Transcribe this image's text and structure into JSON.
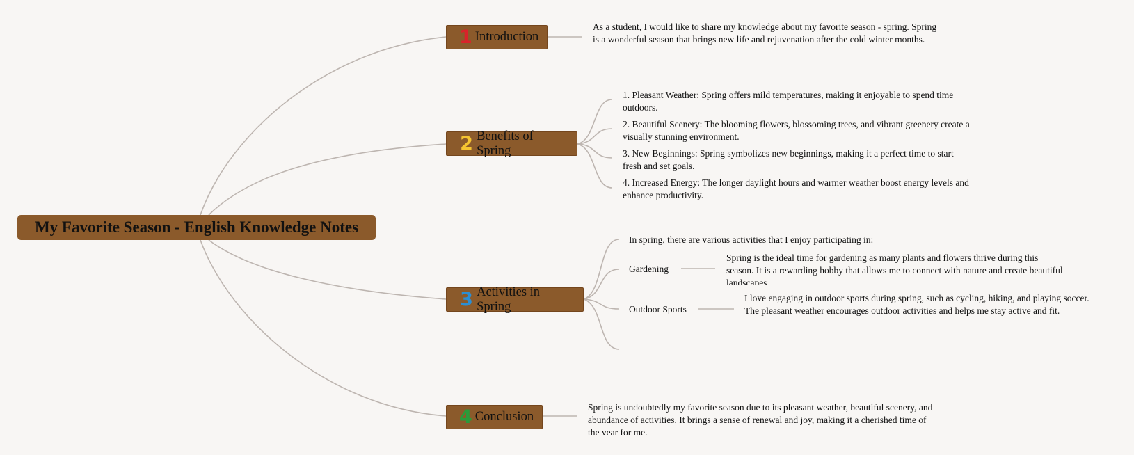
{
  "colors": {
    "background": "#f8f6f4",
    "node_fill": "#8b5a2b",
    "connector": "#bdb5b0",
    "num1": "#d8232a",
    "num2": "#f5c431",
    "num3": "#2a8fd5",
    "num4": "#2a9b3a"
  },
  "root": {
    "title": "My Favorite Season - English Knowledge Notes"
  },
  "topics": [
    {
      "num": "1",
      "label": "Introduction"
    },
    {
      "num": "2",
      "label": "Benefits of Spring"
    },
    {
      "num": "3",
      "label": "Activities in Spring"
    },
    {
      "num": "4",
      "label": "Conclusion"
    }
  ],
  "intro_text": "As a student, I would like to share my knowledge about my favorite season - spring. Spring is a wonderful season that brings new life and rejuvenation after the cold winter months.",
  "benefits": [
    "1. Pleasant Weather: Spring offers mild temperatures, making it enjoyable to spend time outdoors.",
    "2. Beautiful Scenery: The blooming flowers, blossoming trees, and vibrant greenery create a visually stunning environment.",
    "3. New Beginnings: Spring symbolizes new beginnings, making it a perfect time to start fresh and set goals.",
    "4. Increased Energy: The longer daylight hours and warmer weather boost energy levels and enhance productivity."
  ],
  "activities": {
    "intro": "In spring, there are various activities that I enjoy participating in:",
    "gardening_label": "Gardening",
    "gardening_text": "Spring is the ideal time for gardening as many plants and flowers thrive during this season. It is a rewarding hobby that allows me to connect with nature and create beautiful landscapes.",
    "sports_label": "Outdoor Sports",
    "sports_text": "I love engaging in outdoor sports during spring, such as cycling, hiking, and playing soccer. The pleasant weather encourages outdoor activities and helps me stay active and fit."
  },
  "conclusion_text": "Spring is undoubtedly my favorite season due to its pleasant weather, beautiful scenery, and abundance of activities. It brings a sense of renewal and joy, making it a cherished time of the year for me."
}
